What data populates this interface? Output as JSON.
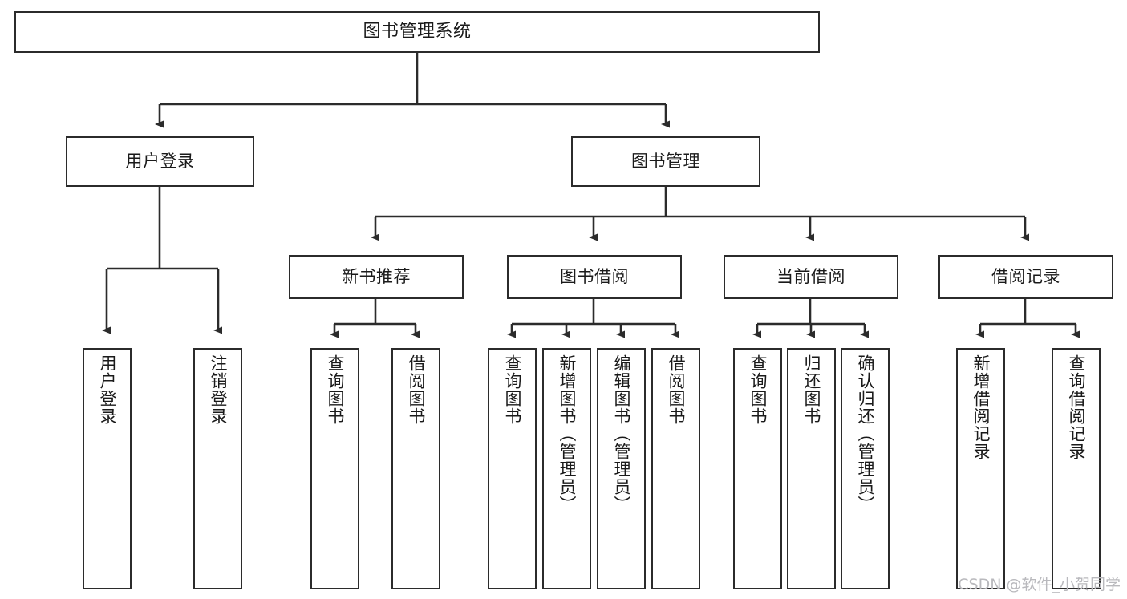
{
  "diagram": {
    "title": "图书管理系统",
    "type": "tree",
    "watermark": "CSDN @软件_小贺同学",
    "colors": {
      "stroke": "#2b2b2b",
      "fill": "#ffffff",
      "text": "#1a1a1a",
      "watermark": "#b9b9bd"
    },
    "root": {
      "label": "图书管理系统"
    },
    "level2": [
      {
        "label": "用户登录"
      },
      {
        "label": "图书管理"
      }
    ],
    "level3": [
      {
        "label": "新书推荐"
      },
      {
        "label": "图书借阅"
      },
      {
        "label": "当前借阅"
      },
      {
        "label": "借阅记录"
      }
    ],
    "leaves": {
      "user_login": [
        {
          "label": "用户登录"
        },
        {
          "label": "注销登录"
        }
      ],
      "new_book": [
        {
          "label": "查询图书"
        },
        {
          "label": "借阅图书"
        }
      ],
      "book_borrow": [
        {
          "label": "查询图书"
        },
        {
          "label": "新增图书（管理员）"
        },
        {
          "label": "编辑图书（管理员）"
        },
        {
          "label": "借阅图书"
        }
      ],
      "current_borrow": [
        {
          "label": "查询图书"
        },
        {
          "label": "归还图书"
        },
        {
          "label": "确认归还（管理员）"
        }
      ],
      "borrow_record": [
        {
          "label": "新增借阅记录"
        },
        {
          "label": "查询借阅记录"
        }
      ]
    }
  }
}
